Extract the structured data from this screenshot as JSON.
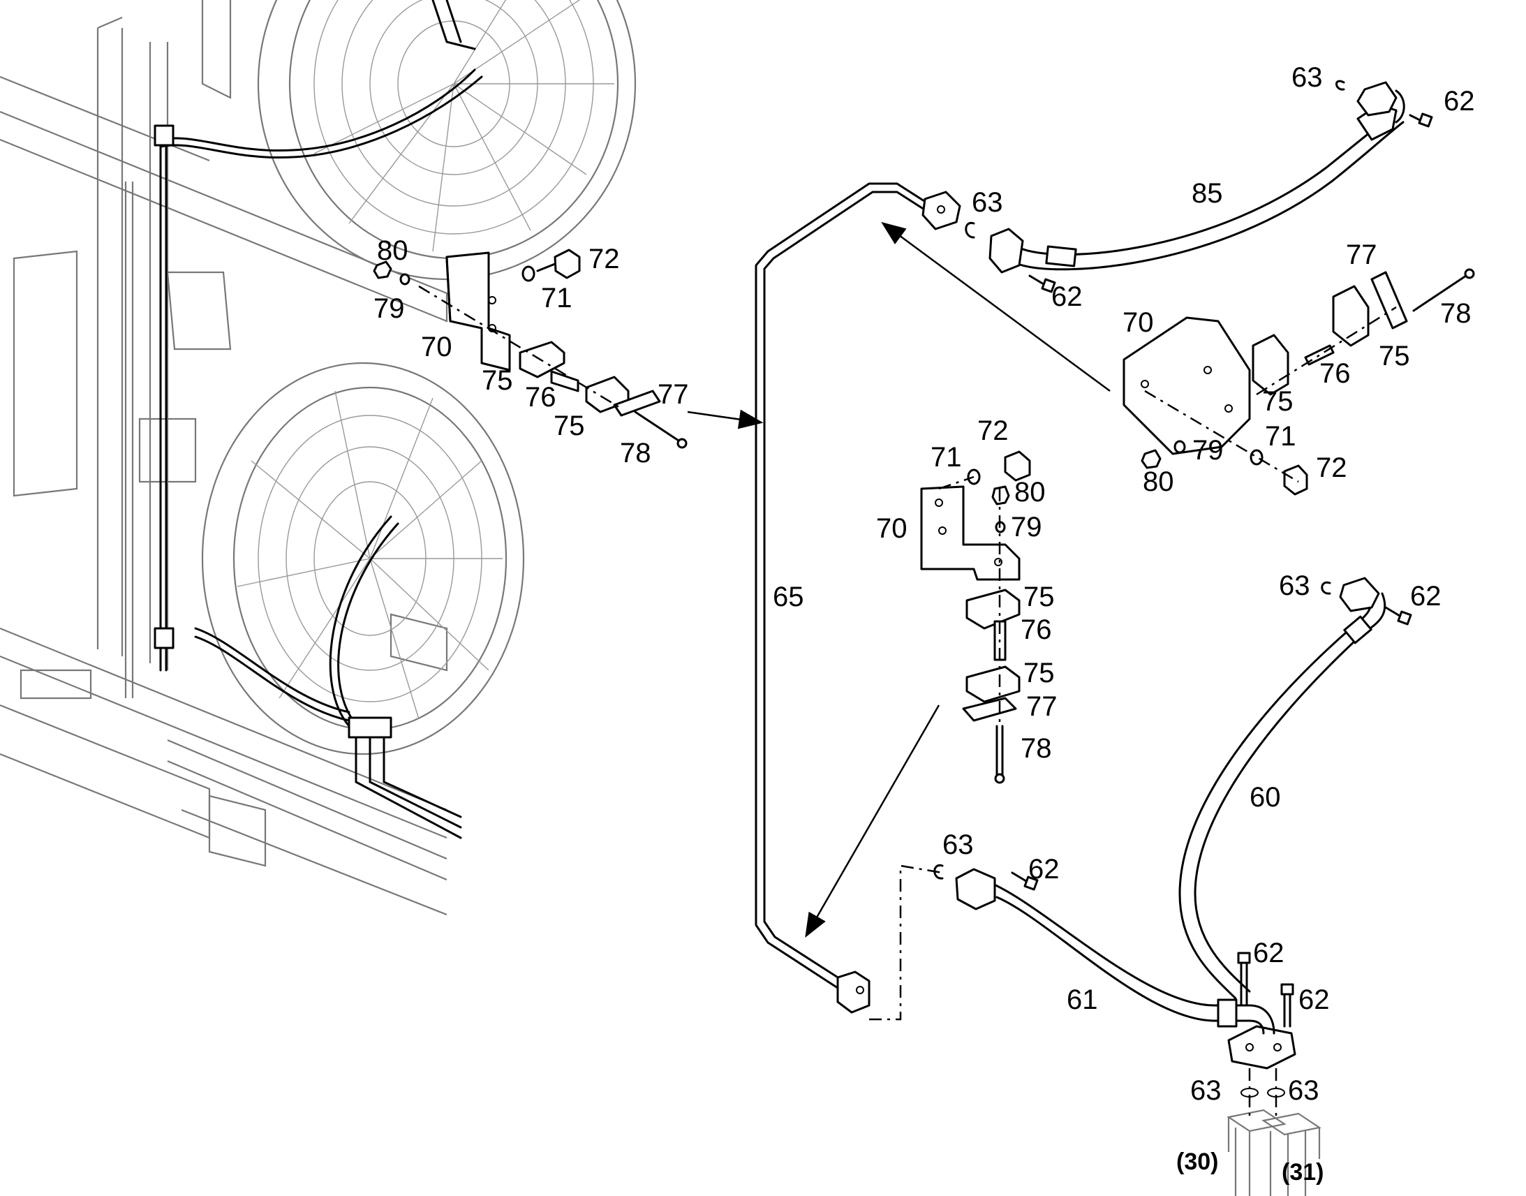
{
  "labels": {
    "l60": "60",
    "l61": "61",
    "l62": "62",
    "l63": "63",
    "l65": "65",
    "l70": "70",
    "l71": "71",
    "l72": "72",
    "l75": "75",
    "l76": "76",
    "l77": "77",
    "l78": "78",
    "l79": "79",
    "l80": "80",
    "l85": "85",
    "ref30": "(30)",
    "ref31": "(31)"
  },
  "colors": {
    "ink": "#000000",
    "background_art": "#777777",
    "paper": "#ffffff"
  }
}
